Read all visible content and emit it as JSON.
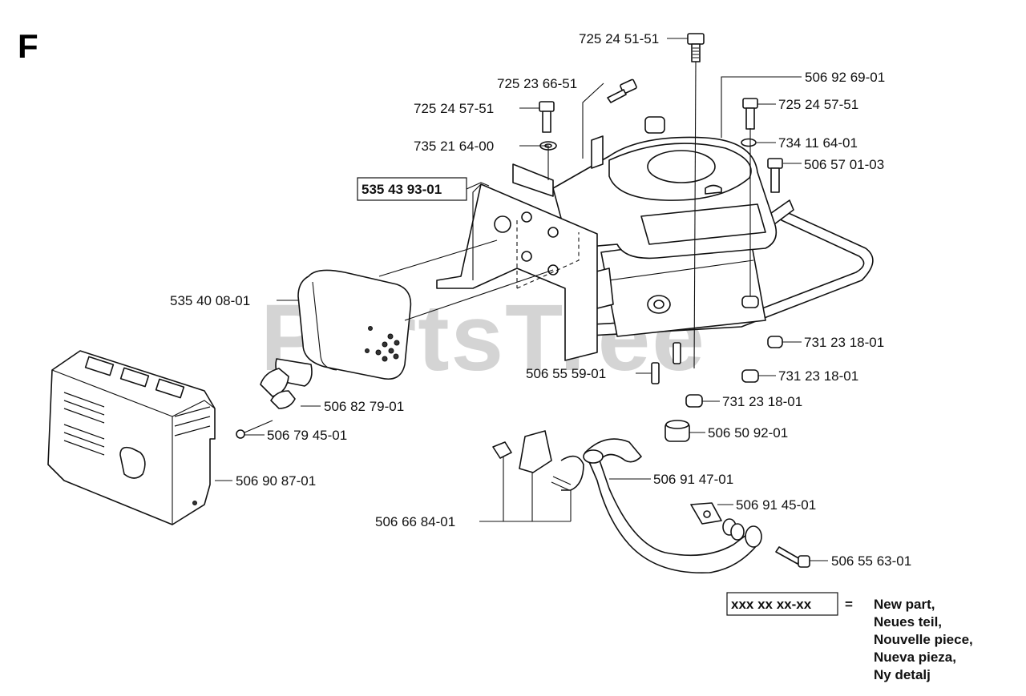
{
  "section": "F",
  "watermark": "PartsTree",
  "callouts": [
    {
      "id": "725-24-51-51",
      "text": "725 24 51-51"
    },
    {
      "id": "725-23-66-51",
      "text": "725 23 66-51"
    },
    {
      "id": "725-24-57-51-left",
      "text": "725 24 57-51"
    },
    {
      "id": "735-21-64-00",
      "text": "735 21 64-00"
    },
    {
      "id": "535-43-93-01",
      "text": "535 43 93-01"
    },
    {
      "id": "506-92-69-01",
      "text": "506 92 69-01"
    },
    {
      "id": "725-24-57-51-right",
      "text": "725 24 57-51"
    },
    {
      "id": "734-11-64-01",
      "text": "734 11 64-01"
    },
    {
      "id": "506-57-01-03",
      "text": "506 57 01-03"
    },
    {
      "id": "535-40-08-01",
      "text": "535 40 08-01"
    },
    {
      "id": "731-23-18-01-a",
      "text": "731 23 18-01"
    },
    {
      "id": "506-55-59-01",
      "text": "506 55 59-01"
    },
    {
      "id": "731-23-18-01-b",
      "text": "731 23 18-01"
    },
    {
      "id": "731-23-18-01-c",
      "text": "731 23 18-01"
    },
    {
      "id": "506-82-79-01",
      "text": "506 82 79-01"
    },
    {
      "id": "506-79-45-01",
      "text": "506 79 45-01"
    },
    {
      "id": "506-50-92-01",
      "text": "506 50 92-01"
    },
    {
      "id": "506-90-87-01",
      "text": "506 90 87-01"
    },
    {
      "id": "506-91-47-01",
      "text": "506 91 47-01"
    },
    {
      "id": "506-91-45-01",
      "text": "506 91 45-01"
    },
    {
      "id": "506-66-84-01",
      "text": "506 66 84-01"
    },
    {
      "id": "506-55-63-01",
      "text": "506 55 63-01"
    }
  ],
  "legend": {
    "sample": "xxx xx xx-xx",
    "equals": "=",
    "lines": [
      "New part,",
      "Neues teil,",
      "Nouvelle piece,",
      "Nueva pieza,",
      "Ny detalj"
    ]
  }
}
